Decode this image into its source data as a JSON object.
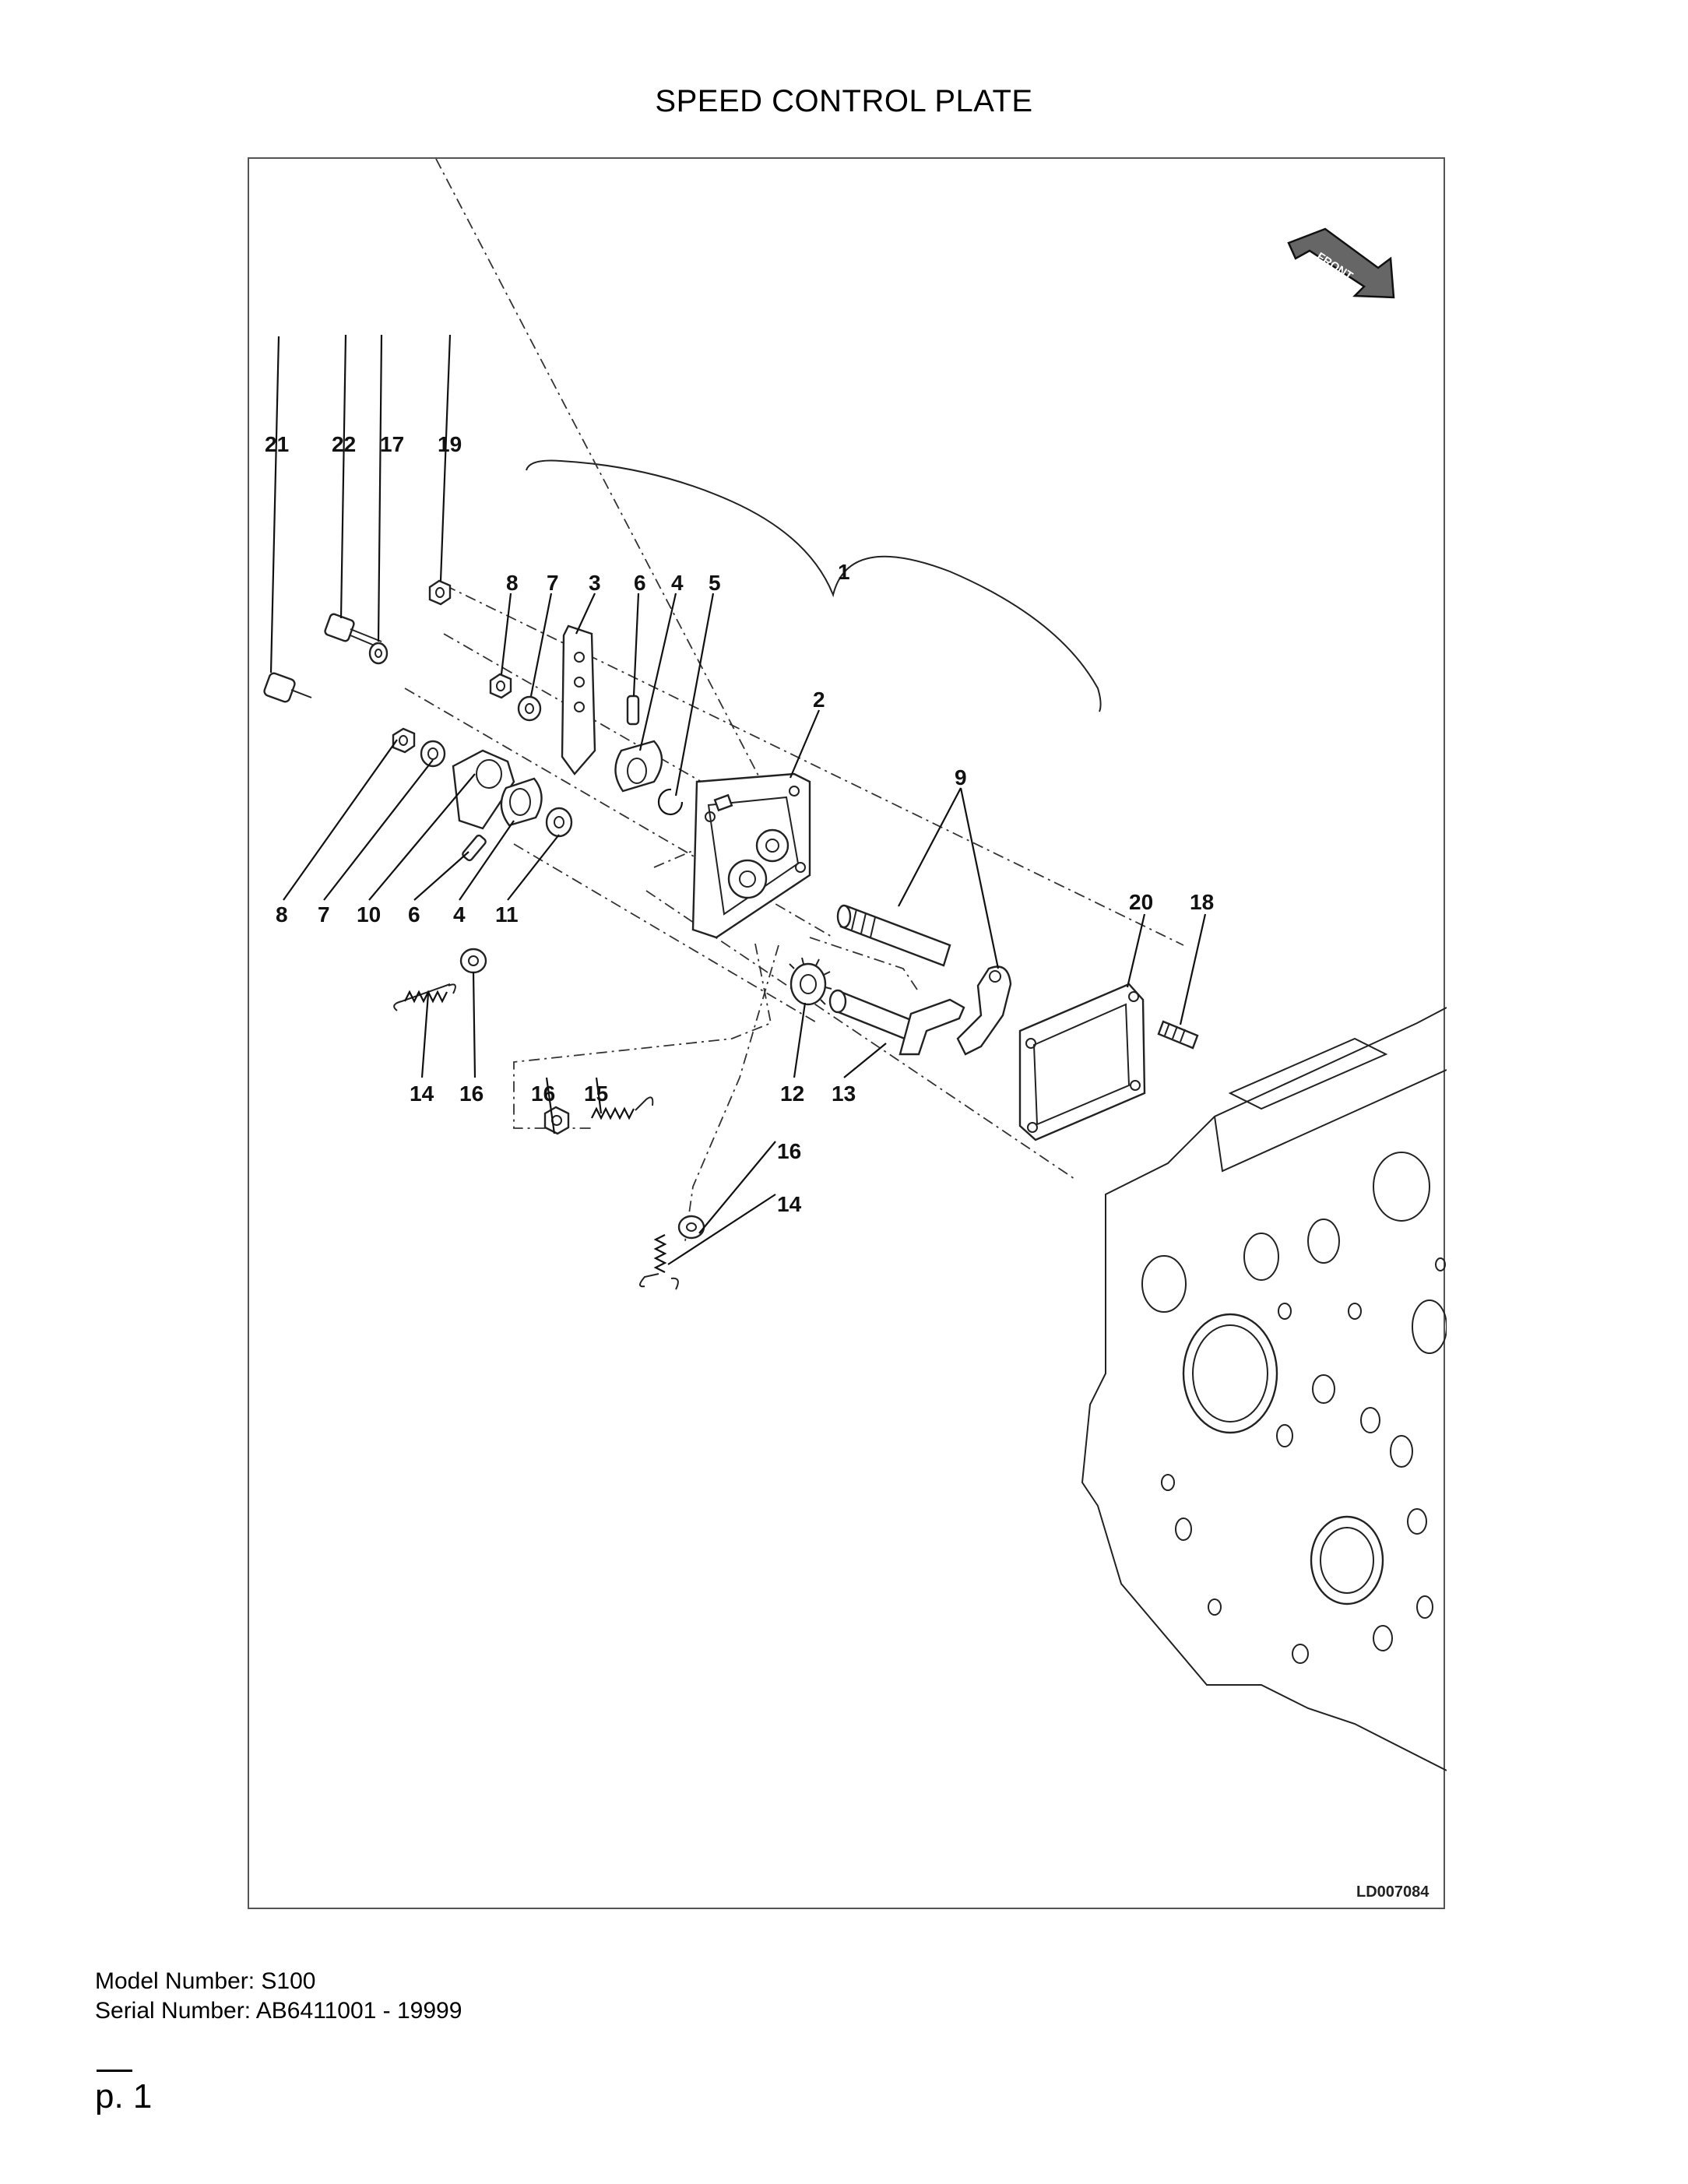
{
  "page_title": "SPEED CONTROL PLATE",
  "diagram": {
    "drawing_code": "LD007084",
    "front_label": "FRONT",
    "callouts": [
      "1",
      "2",
      "3",
      "4",
      "5",
      "6",
      "7",
      "8",
      "9",
      "10",
      "11",
      "12",
      "13",
      "14",
      "15",
      "16",
      "17",
      "18",
      "19",
      "20",
      "21",
      "22"
    ]
  },
  "footer": {
    "model_number": "Model Number: S100",
    "serial_number": "Serial Number: AB6411001 - 19999",
    "page": "p. 1"
  }
}
